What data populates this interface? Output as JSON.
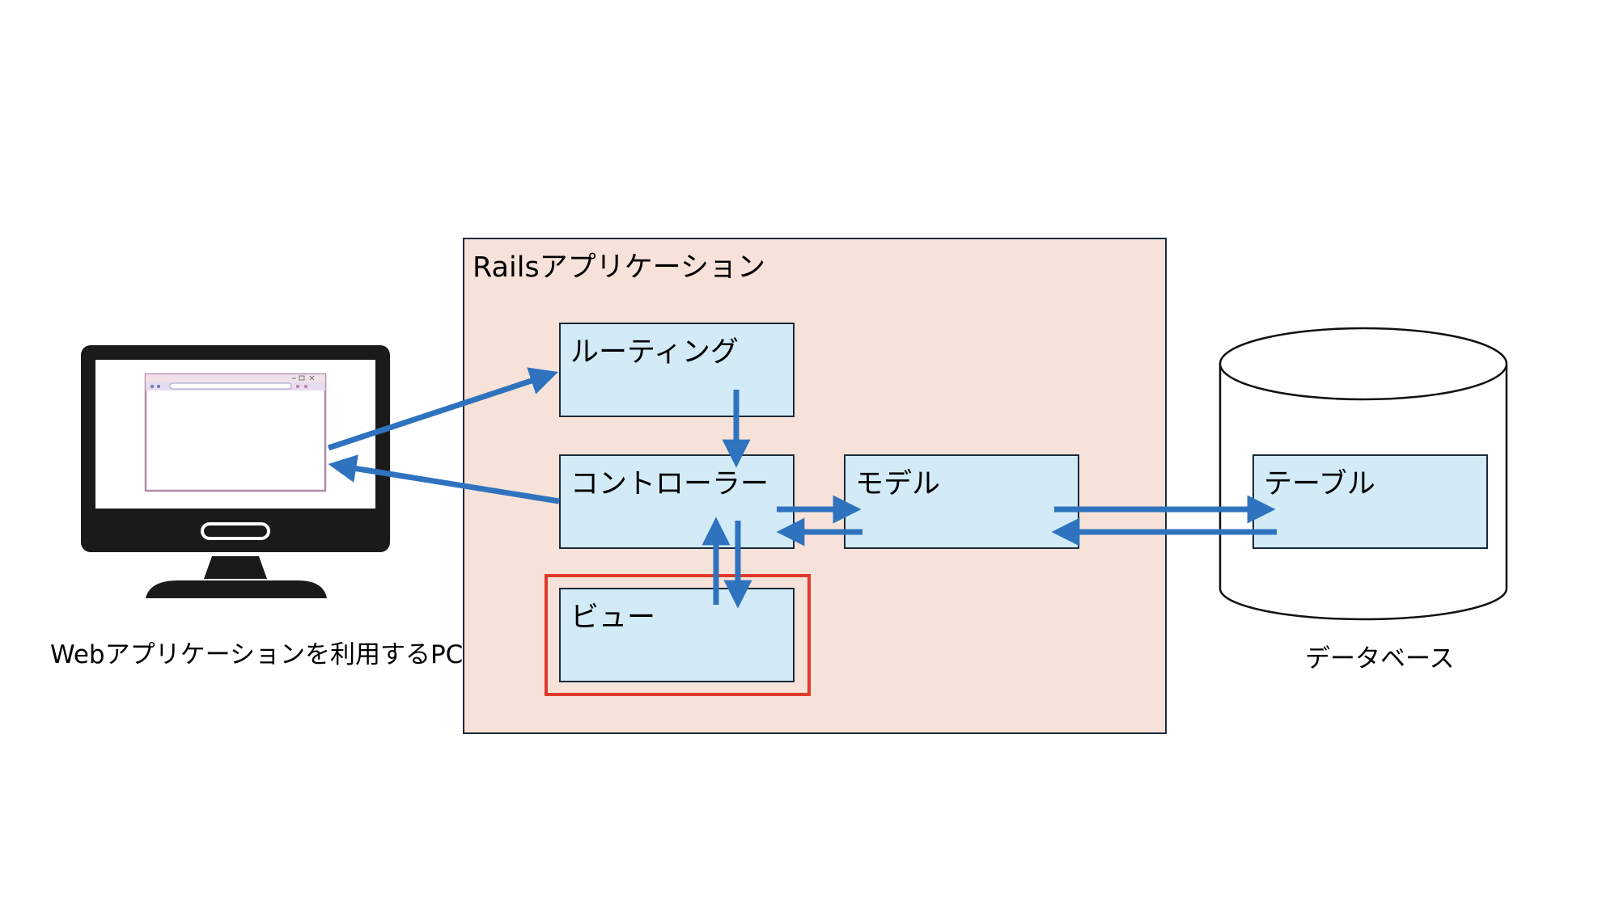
{
  "rails_app": {
    "title": "Railsアプリケーション"
  },
  "components": {
    "routing": "ルーティング",
    "controller": "コントローラー",
    "model": "モデル",
    "view": "ビュー",
    "table": "テーブル"
  },
  "pc_caption": "Webアプリケーションを利用するPC",
  "db_caption": "データベース",
  "colors": {
    "arrow": "#2f73bf",
    "component_fill": "#d2ebf7",
    "app_fill": "#f6e2d8",
    "highlight": "#e03a2b",
    "monitor": "#1a1a1a"
  }
}
